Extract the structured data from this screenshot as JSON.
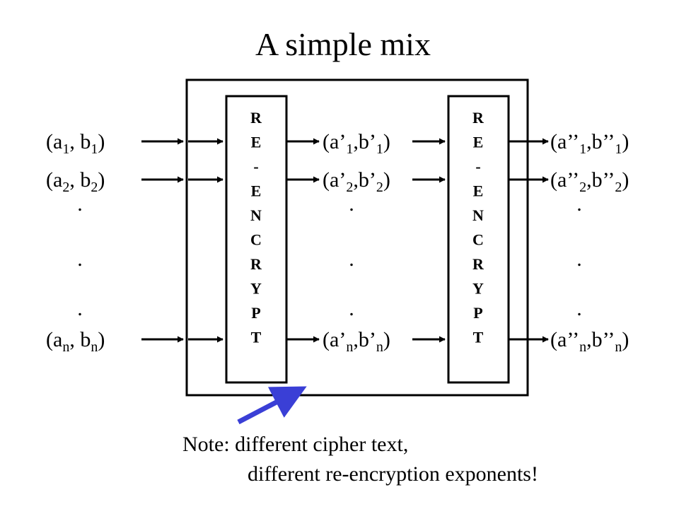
{
  "title": "A simple mix",
  "box_label_letters": [
    "R",
    "E",
    "-",
    "E",
    "N",
    "C",
    "R",
    "Y",
    "P",
    "T"
  ],
  "inputs": [
    {
      "a": "a",
      "b": "b",
      "sub": "1"
    },
    {
      "a": "a",
      "b": "b",
      "sub": "2"
    },
    {
      "a": "a",
      "b": "b",
      "sub": "n"
    }
  ],
  "middle": [
    {
      "a": "a’",
      "b": "b’",
      "sub": "1"
    },
    {
      "a": "a’",
      "b": "b’",
      "sub": "2"
    },
    {
      "a": "a’",
      "b": "b’",
      "sub": "n"
    }
  ],
  "outputs": [
    {
      "a": "a’’",
      "b": "b’’",
      "sub": "1"
    },
    {
      "a": "a’’",
      "b": "b’’",
      "sub": "2"
    },
    {
      "a": "a’’",
      "b": "b’’",
      "sub": "n"
    }
  ],
  "ellipsis": ".",
  "note": {
    "line1": "Note: different cipher text,",
    "line2": "different re-encryption exponents!"
  },
  "colors": {
    "pointer_arrow": "#3a3fd6"
  }
}
